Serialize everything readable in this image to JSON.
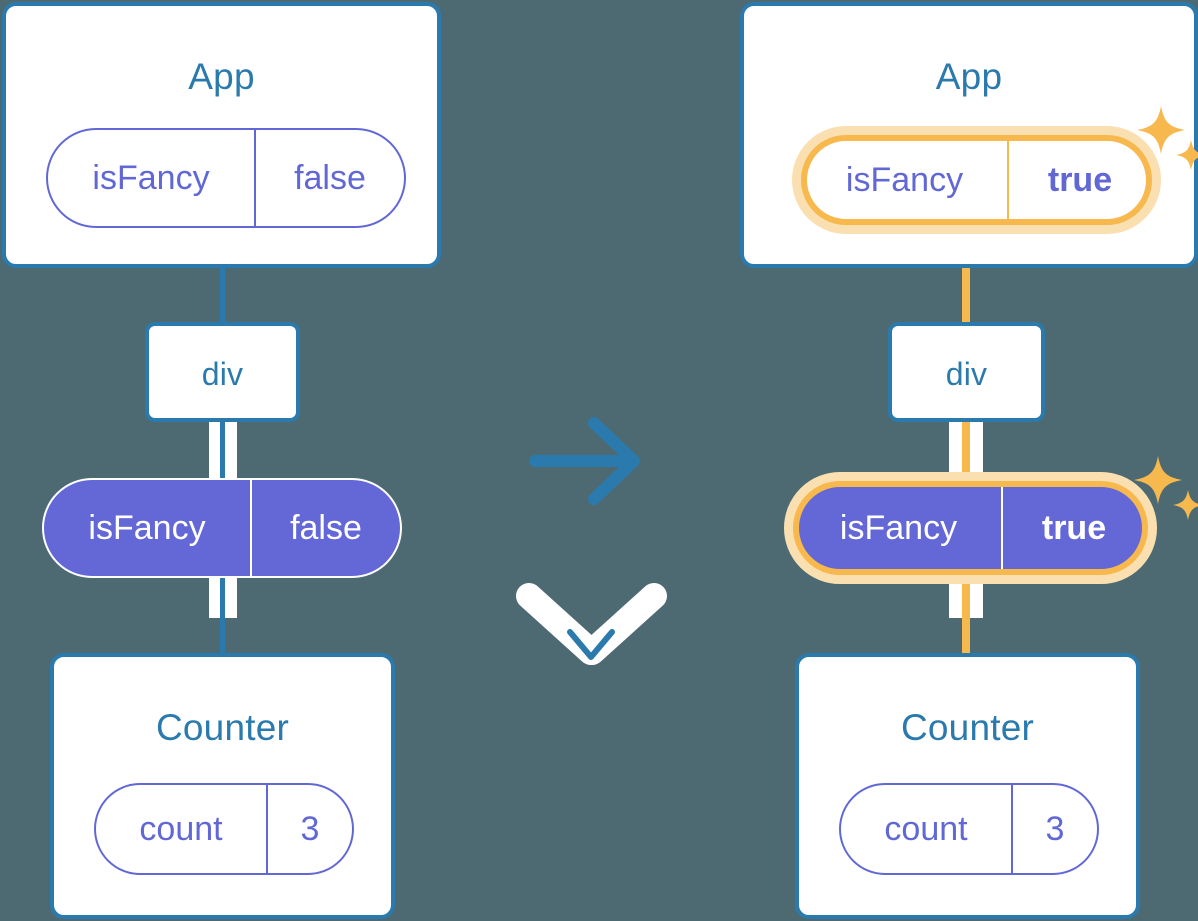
{
  "diagram": {
    "title_implicit": "React state update propagation",
    "background_color": "#4d6a72",
    "transition_icon": "arrow-right-icon",
    "colors": {
      "box_border": "#2b7aad",
      "box_title_text": "#2b7aad",
      "pill_purple_fill": "#6468d6",
      "pill_purple_stroke": "#6168d6",
      "highlight_orange": "#f7b84e",
      "highlight_orange_glow": "#fadfb0",
      "connector_blue": "#2b7aad",
      "connector_white": "#ffffff"
    }
  },
  "before": {
    "app": {
      "title": "App",
      "state": {
        "name": "isFancy",
        "value": "false"
      }
    },
    "div": {
      "label": "div"
    },
    "prop": {
      "name": "isFancy",
      "value": "false"
    },
    "counter": {
      "title": "Counter",
      "state": {
        "name": "count",
        "value": "3"
      }
    }
  },
  "after": {
    "app": {
      "title": "App",
      "state": {
        "name": "isFancy",
        "value": "true",
        "highlighted": true
      }
    },
    "div": {
      "label": "div"
    },
    "prop": {
      "name": "isFancy",
      "value": "true",
      "highlighted": true
    },
    "counter": {
      "title": "Counter",
      "state": {
        "name": "count",
        "value": "3"
      }
    },
    "sparkles": [
      "sparkle-icon",
      "sparkle-icon"
    ]
  }
}
